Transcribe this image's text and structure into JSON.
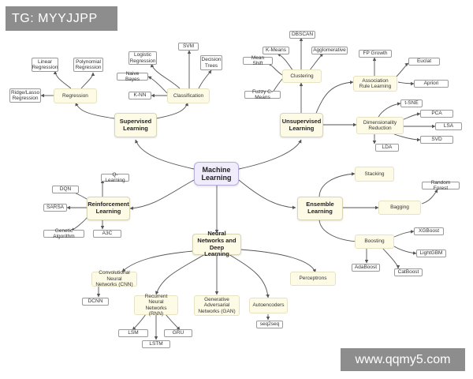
{
  "watermarks": {
    "top_left": "TG: MYYJJPP",
    "bottom_right": "www.qqmy5.com"
  },
  "root": "Machine Learning",
  "branches": {
    "supervised": {
      "label": "Supervised Learning",
      "regression": {
        "label": "Regression",
        "leaves": [
          "Linear Regression",
          "Polynomial Regression",
          "Ridge/Lasso Regression"
        ]
      },
      "classification": {
        "label": "Classification",
        "leaves": [
          "Logistic Regression",
          "SVM",
          "Decision Trees",
          "Naive Bayes",
          "K-NN"
        ]
      }
    },
    "unsupervised": {
      "label": "Unsupervised Learning",
      "clustering": {
        "label": "Clustering",
        "leaves": [
          "DBSCAN",
          "K-Means",
          "Agglomerative",
          "Mean Shift",
          "Fuzzy C-Means"
        ]
      },
      "association": {
        "label": "Association Rule Learning",
        "leaves": [
          "FP Growth",
          "Euclat",
          "Apriori"
        ]
      },
      "dimensionality": {
        "label": "Dimensionality Reduction",
        "leaves": [
          "t-SNE",
          "PCA",
          "LSA",
          "SVD",
          "LDA"
        ]
      }
    },
    "reinforcement": {
      "label": "Reinforcement Learning",
      "leaves": [
        "Q-Learning",
        "DQN",
        "SARSA",
        "Genetic Algorithm",
        "A3C"
      ]
    },
    "ensemble": {
      "label": "Ensemble Learning",
      "stacking": "Stacking",
      "bagging": {
        "label": "Bagging",
        "leaves": [
          "Random Forest"
        ]
      },
      "boosting": {
        "label": "Boosting",
        "leaves": [
          "XGBoost",
          "LightGBM",
          "AdaBoost",
          "CatBoost"
        ]
      }
    },
    "neural": {
      "label": "Neural Networks and Deep Learning",
      "cnn": {
        "label": "Convolutional Neural Networks (CNN)",
        "leaves": [
          "DCNN"
        ]
      },
      "rnn": {
        "label": "Recurrent Neural Networks (RNN)",
        "leaves": [
          "LSM",
          "LSTM",
          "GRU"
        ]
      },
      "gan": {
        "label": "Generative Adversarial Networks (GAN)"
      },
      "autoencoders": {
        "label": "Autoencoders",
        "leaves": [
          "seq2seq"
        ]
      },
      "perceptrons": {
        "label": "Perceptrons"
      }
    }
  },
  "colors": {
    "root_fill": "#f1ecfb",
    "node_fill": "#fdfbe6",
    "edge": "#555555",
    "watermark": "#8d8d8d"
  }
}
